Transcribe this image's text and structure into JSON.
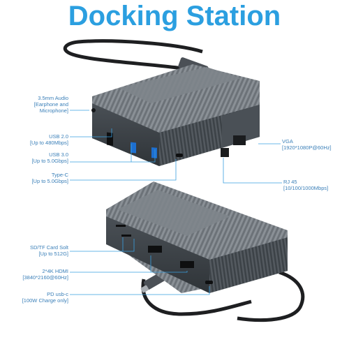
{
  "title": "Docking Station",
  "colors": {
    "title": "#2b9fe0",
    "label_text": "#3a7fb8",
    "callout_line": "#3aa0e0",
    "body_dark": "#3e4449",
    "body_mid": "#5b6167",
    "fin_light": "#8b9197"
  },
  "top_unit": {
    "name": "top-docking-unit",
    "callouts_left": [
      {
        "name": "3.5mm Audio",
        "sub": "[Earphone and",
        "sub2": "Microphone]"
      },
      {
        "name": "USB 2.0",
        "sub": "[Up to 480Mbps]"
      },
      {
        "name": "USB 3.0",
        "sub": "[Up to 5.0Gbps]"
      },
      {
        "name": "Type-C",
        "sub": "[Up to 5.0Gbps]"
      }
    ],
    "callouts_right": [
      {
        "name": "VGA",
        "sub": "[1920*1080P@60Hz]"
      },
      {
        "name": "RJ 45",
        "sub": "[10/100/1000Mbps]"
      }
    ]
  },
  "bottom_unit": {
    "name": "bottom-docking-unit",
    "callouts_left": [
      {
        "name": "SD/TF Card Solt",
        "sub": "[Up to 512G]"
      },
      {
        "name": "2*4K HDMI",
        "sub": "[3840*2160@60Hz]"
      },
      {
        "name": "PD usb-c",
        "sub": "[100W Charge only]"
      }
    ]
  }
}
